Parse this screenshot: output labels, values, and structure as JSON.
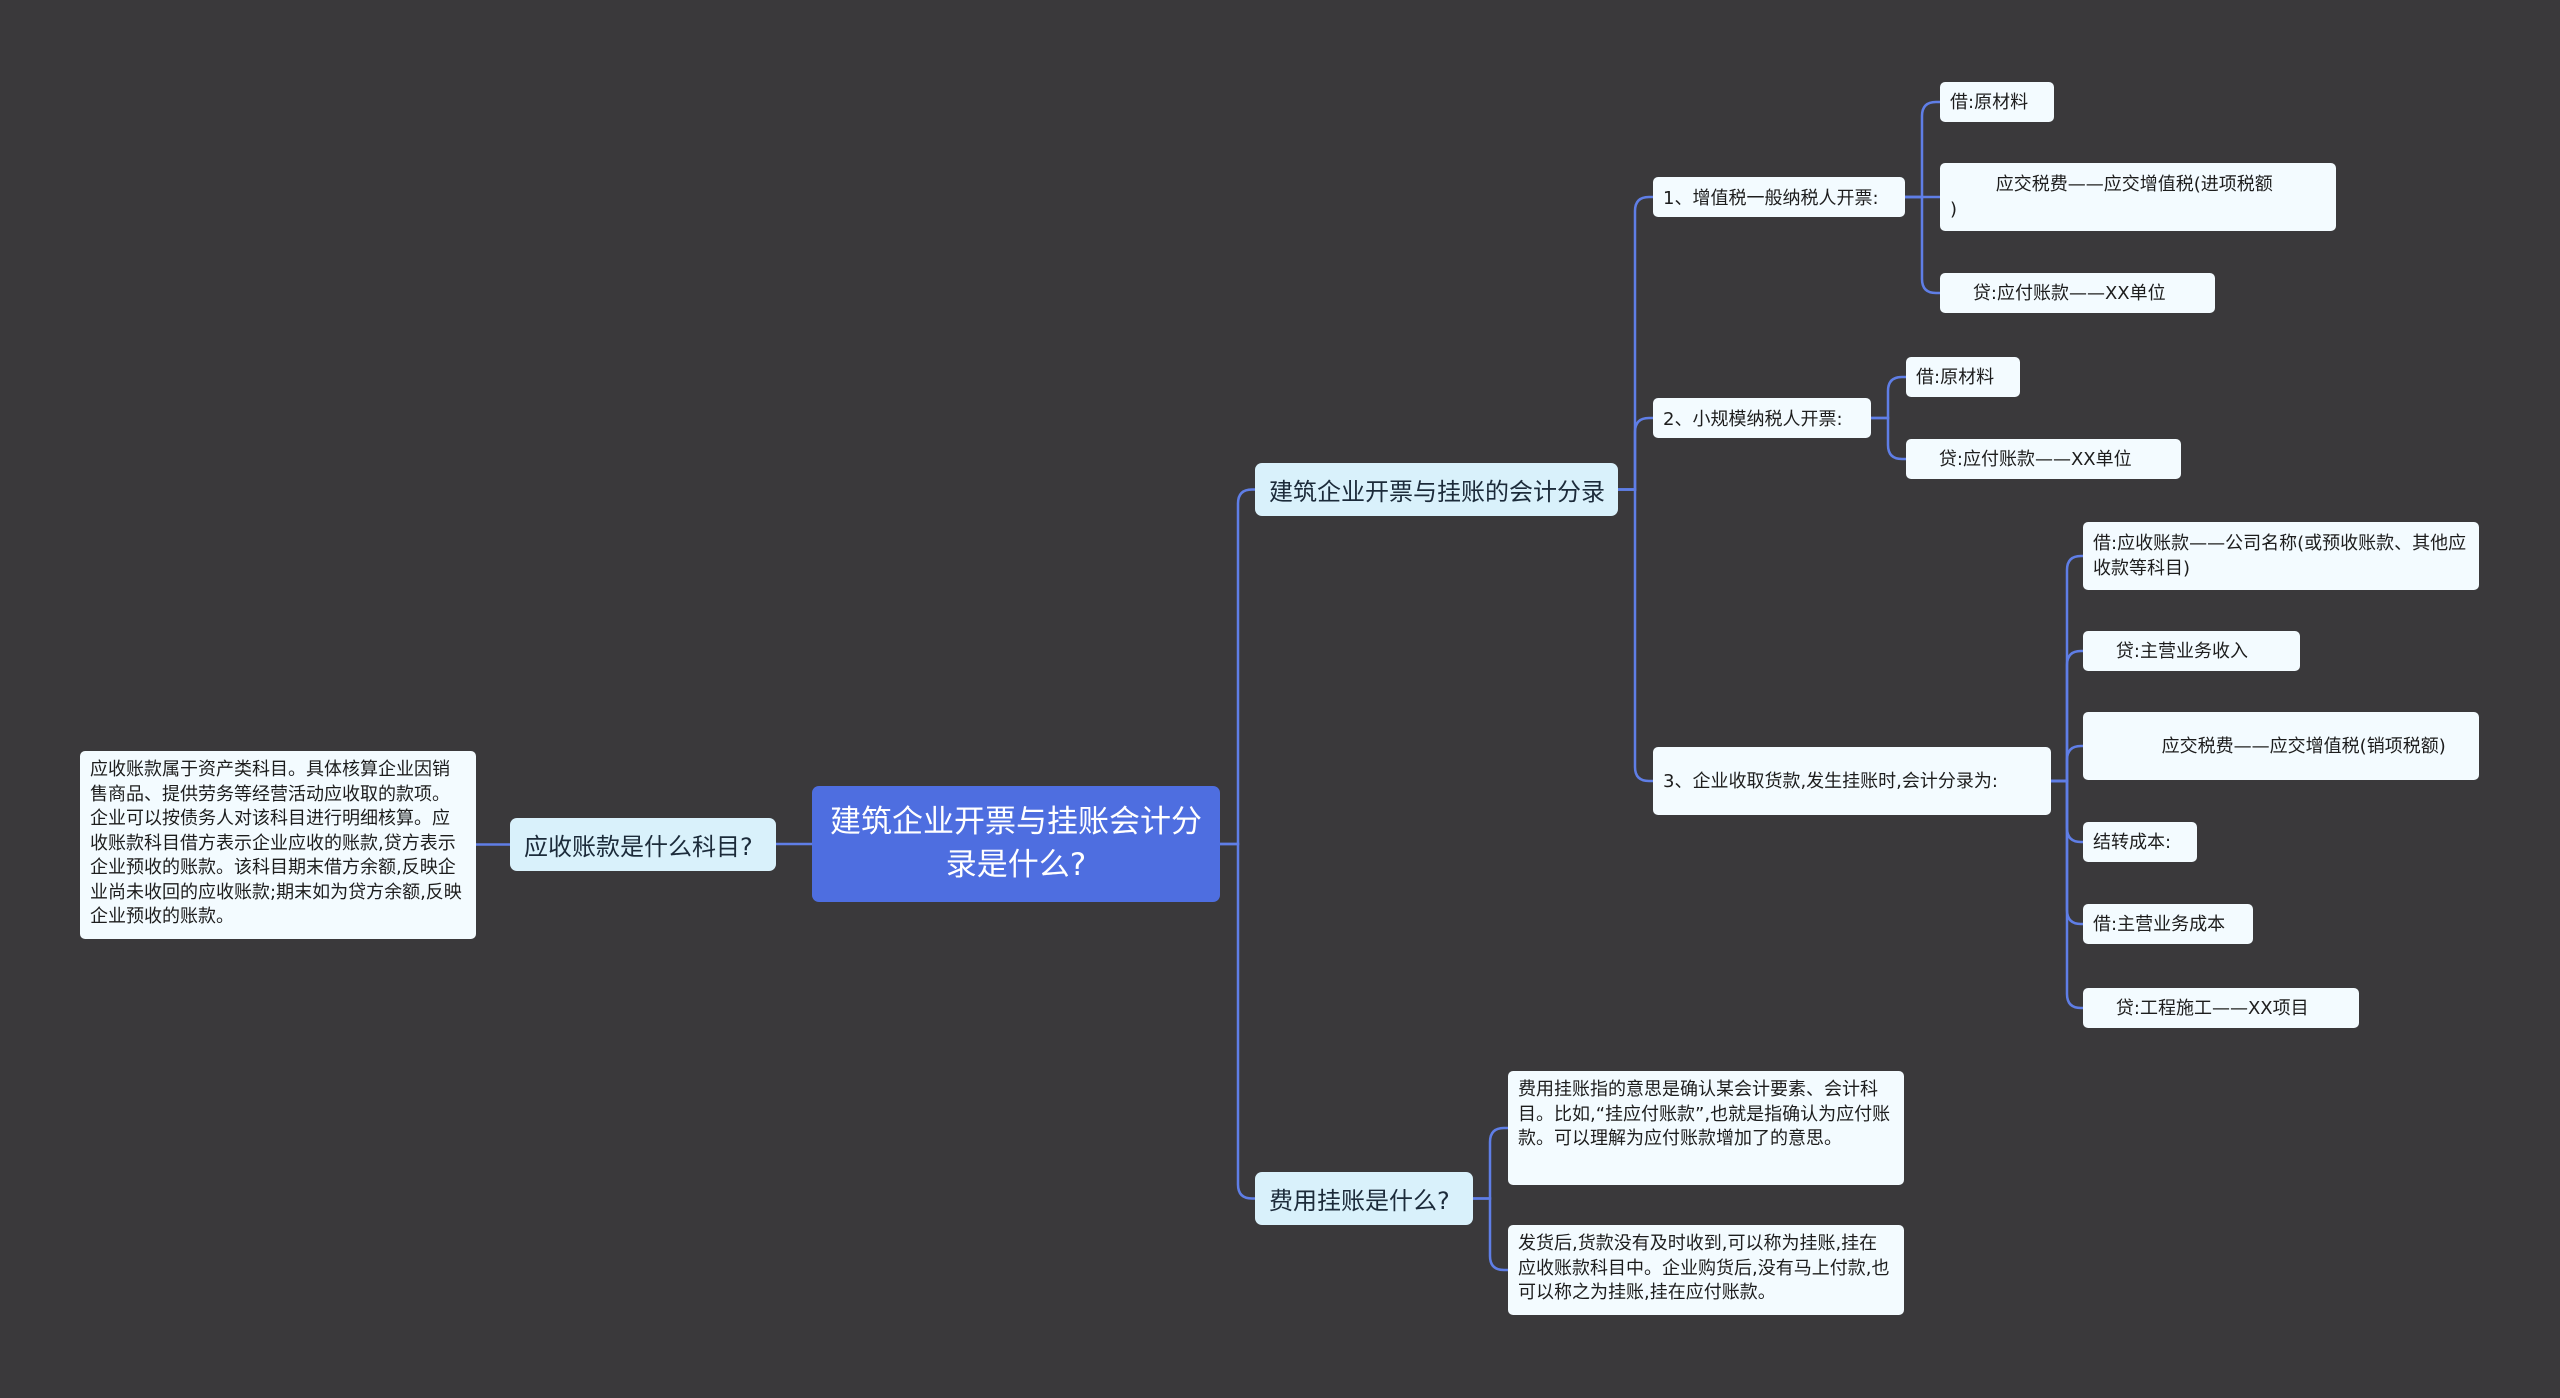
{
  "colors": {
    "background": "#3a393b",
    "root_fill": "#4e6ee0",
    "branch_fill": "#d9f1fb",
    "leaf_fill": "#f3fbff",
    "connector": "#5f7ee6"
  },
  "root": {
    "text": "建筑企业开票与挂账会计分录是什么?"
  },
  "left": {
    "topic": "应收账款是什么科目?",
    "detail": "应收账款属于资产类科目。具体核算企业因销售商品、提供劳务等经营活动应收取的款项。企业可以按债务人对该科目进行明细核算。应收账款科目借方表示企业应收的账款,贷方表示企业预收的账款。该科目期末借方余额,反映企业尚未收回的应收账款;期末如为贷方余额,反映企业预收的账款。"
  },
  "right": {
    "topic1": {
      "text": "建筑企业开票与挂账的会计分录",
      "sub1": {
        "text": "1、增值税一般纳税人开票:",
        "items": [
          "借:原材料",
          "        应交税费——应交增值税(进项税额\n)",
          "    贷:应付账款——XX单位"
        ]
      },
      "sub2": {
        "text": "2、小规模纳税人开票:",
        "items": [
          "借:原材料",
          "    贷:应付账款——XX单位"
        ]
      },
      "sub3": {
        "text": "3、企业收取货款,发生挂账时,会计分录为:",
        "items": [
          "借:应收账款——公司名称(或预收账款、其他应收款等科目)",
          "    贷:主营业务收入",
          "            应交税费——应交增值税(销项税额)",
          "结转成本:",
          "借:主营业务成本",
          "    贷:工程施工——XX项目"
        ]
      }
    },
    "topic2": {
      "text": "费用挂账是什么?",
      "items": [
        "费用挂账指的意思是确认某会计要素、会计科目。比如,“挂应付账款”,也就是指确认为应付账款。可以理解为应付账款增加了的意思。",
        "发货后,货款没有及时收到,可以称为挂账,挂在应收账款科目中。企业购货后,没有马上付款,也可以称之为挂账,挂在应付账款。"
      ]
    }
  }
}
